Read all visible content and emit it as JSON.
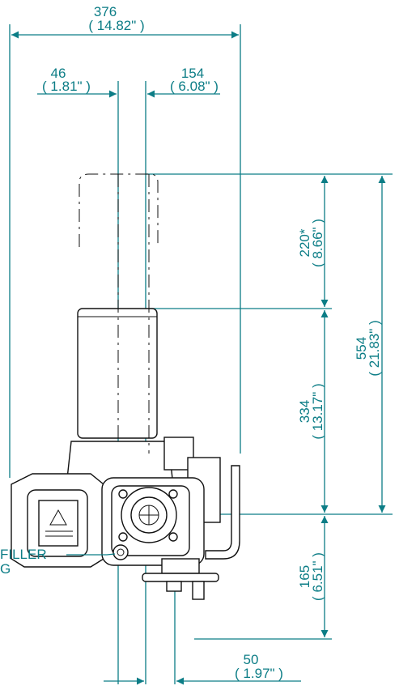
{
  "dimensions": {
    "overall_width": {
      "mm": "376",
      "in": "( 14.82\" )"
    },
    "left_offset": {
      "mm": "46",
      "in": "( 1.81\" )"
    },
    "right_offset": {
      "mm": "154",
      "in": "( 6.08\" )"
    },
    "removal_height": {
      "mm": "220*",
      "in": "( 8.66\" )"
    },
    "overall_height": {
      "mm": "554",
      "in": "( 21.83\" )"
    },
    "upper_height": {
      "mm": "334",
      "in": "( 13.17\" )"
    },
    "lower_height": {
      "mm": "165",
      "in": "( 6.51\" )"
    },
    "bottom_offset": {
      "mm": "50",
      "in": "( 1.97\" )"
    }
  },
  "callouts": {
    "filler_plug_line1": "FILLER",
    "filler_plug_line2": "G"
  },
  "colors": {
    "dimension": "#0c7d86",
    "outline": "#111111"
  }
}
